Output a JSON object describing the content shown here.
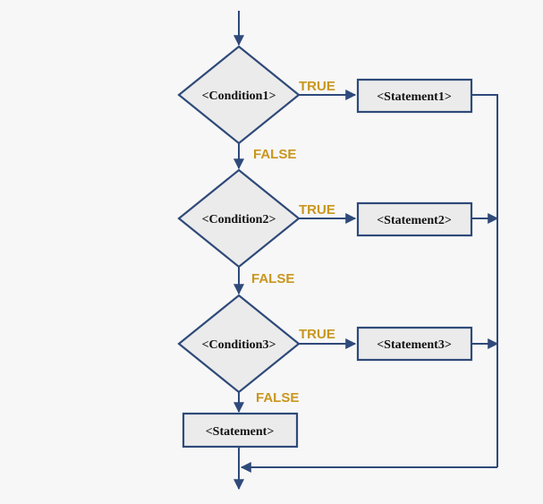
{
  "colors": {
    "background": "#f7f7f7",
    "shape_fill": "#ebebeb",
    "stroke": "#2f4a7a",
    "label": "#c9961e",
    "text": "#111111"
  },
  "nodes": {
    "condition1": "<Condition1>",
    "condition2": "<Condition2>",
    "condition3": "<Condition3>",
    "statement1": "<Statement1>",
    "statement2": "<Statement2>",
    "statement3": "<Statement3>",
    "statement_else": "<Statement>"
  },
  "labels": {
    "true1": "TRUE",
    "true2": "TRUE",
    "true3": "TRUE",
    "false1": "FALSE",
    "false2": "FALSE",
    "false3": "FALSE"
  }
}
